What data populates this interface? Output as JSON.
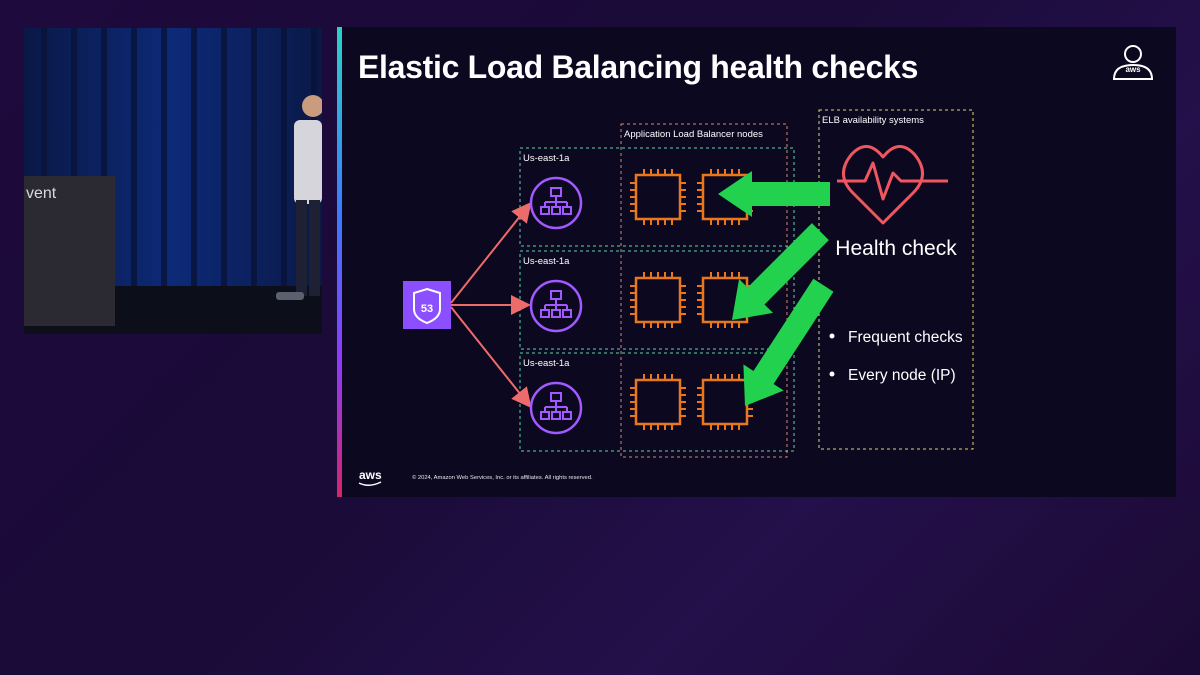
{
  "presenter_video": {
    "sign_text": "vent"
  },
  "slide": {
    "title": "Elastic Load Balancing health checks",
    "zones": [
      {
        "label": "Us-east-1a"
      },
      {
        "label": "Us-east-1a"
      },
      {
        "label": "Us-east-1a"
      }
    ],
    "alb_nodes_label": "Application Load Balancer nodes",
    "elb_systems_label": "ELB availability systems",
    "route53_badge": "53",
    "health_check_label": "Health check",
    "bullets": [
      "Frequent checks",
      "Every node (IP)"
    ],
    "footer_logo": "aws",
    "copyright": "© 2024, Amazon Web Services, Inc. or its affiliates. All rights reserved.",
    "corner_badge_text": "aws"
  },
  "colors": {
    "zone_border": "#5fd3a6",
    "alb_border": "#d08a6e",
    "elb_border": "#e4d36a",
    "chip": "#e8771e",
    "lb_icon": "#a259ff",
    "route53": "#8c4fff",
    "arrow_red": "#ee6b6b",
    "arrow_green": "#22d14d",
    "heart": "#f0565f"
  }
}
